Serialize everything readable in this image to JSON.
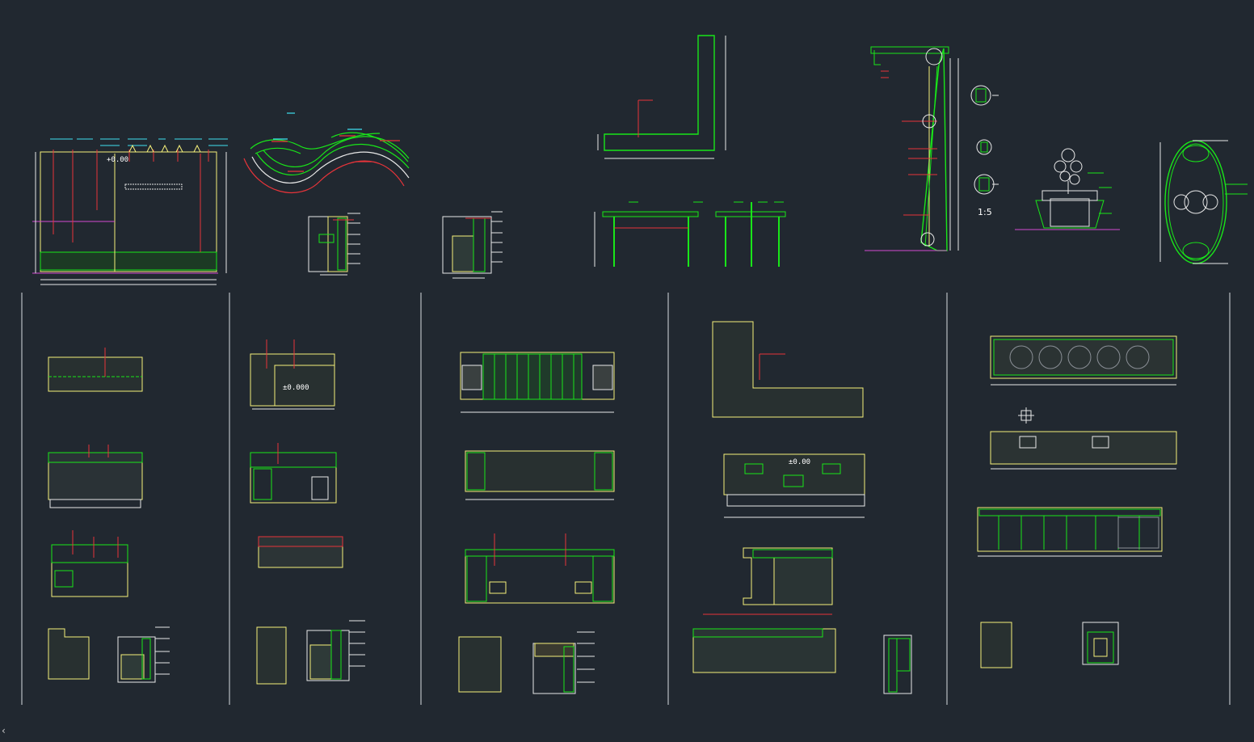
{
  "drawing": {
    "background": "#212830",
    "scale_label": "1:5",
    "elevation_marks": [
      "+0.00",
      "±0.000",
      "±0.00"
    ],
    "colors": {
      "green": "#19e619",
      "yellow": "#f5f07a",
      "red": "#e8343a",
      "white": "#e8e8e8",
      "cyan": "#3fe0f0",
      "magenta": "#d24ad2",
      "gray": "#8a8f96",
      "divider": "#d8dbe0"
    },
    "divider_count": 6
  },
  "ui": {
    "cursor_icon": "chevron-left-icon"
  }
}
